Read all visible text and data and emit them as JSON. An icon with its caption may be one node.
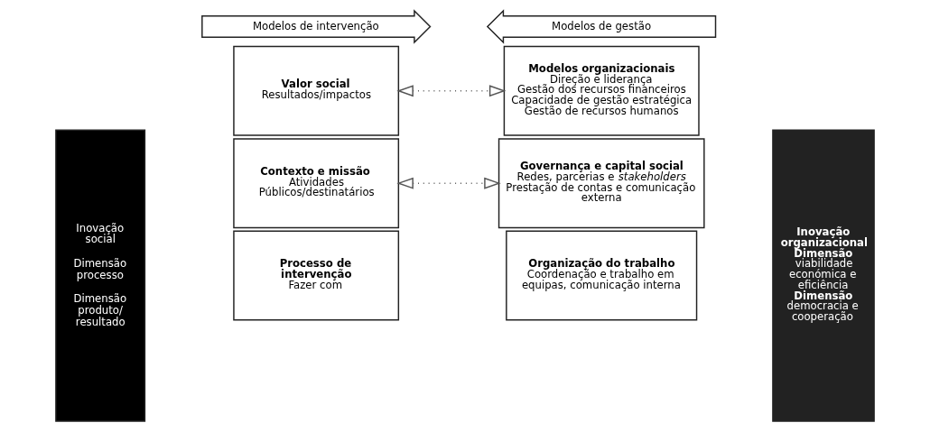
{
  "diagram": {
    "nodes": [
      {
        "text": [
          "Modelos de intervenção"
        ]
      },
      {
        "text": [
          "Modelos de gestão"
        ]
      },
      {
        "text": [
          "Inovação social",
          "Dimensão processo",
          "Dimensão produto/ resultado"
        ]
      },
      {
        "text": [
          "Contexto e missão",
          "Atividades",
          "Públicos/destinatários"
        ]
      },
      {
        "text": [
          "Processo de intervenção",
          "Fazer com"
        ]
      },
      {
        "text": [
          "Valor social",
          "Resultados/impactos"
        ]
      },
      {
        "text": [
          "Modelos organizacionais",
          "Direção e liderança",
          "Gestão dos recursos financeiros",
          "Capacidade de gestão estratégica",
          "Gestão de recursos humanos"
        ]
      },
      {
        "text": [
          "Organização do trabalho",
          "Coordenação e trabalho em equipas, comunicação interna"
        ]
      },
      {
        "text": [
          "Governança e capital social",
          "Redes, parcerias e *stakeholders*",
          "Prestação de contas e comunicação externa"
        ]
      },
      {
        "text": [
          "Inovação organizacional",
          "Dimensão",
          "viabilidade económica e eficiência",
          "Dimensão",
          "democracia e cooperação"
        ]
      }
    ],
    "edges": [
      {
        "from": 3,
        "to": 8,
        "arrow": "both",
        "style": "dashed"
      },
      {
        "from": 5,
        "to": 6,
        "arrow": "both",
        "style": "dashed"
      }
    ]
  }
}
